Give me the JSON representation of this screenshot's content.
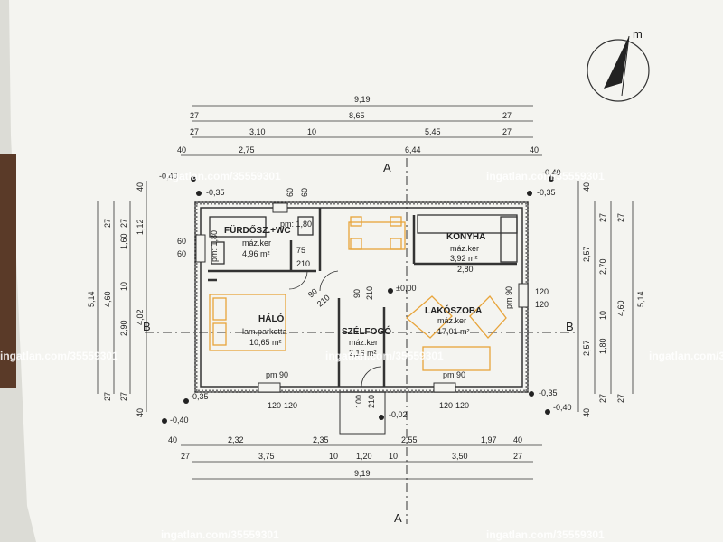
{
  "colors": {
    "paper": "#f4f4f0",
    "wall": "#4a4a4a",
    "furniture": "#e8a43a",
    "line": "#333333",
    "watermark": "#ffffff"
  },
  "watermark": "ingatlan.com/35559301",
  "north_label": "m",
  "sections": {
    "a": "A",
    "b": "B"
  },
  "rooms": {
    "bathroom": {
      "name": "FÜRDŐSZ.+WC",
      "floor": "máz.ker",
      "area": "4,96 m²"
    },
    "kitchen": {
      "name": "KONYHA",
      "floor": "máz.ker",
      "area": "3,92 m²"
    },
    "bedroom": {
      "name": "HÁLÓ",
      "floor": "lam.parketta",
      "area": "10,65 m²"
    },
    "hall": {
      "name": "SZÉLFOGÓ",
      "floor": "máz.ker",
      "area": "2,16 m²"
    },
    "living": {
      "name": "LAKÓSZOBA",
      "floor": "máz.ker",
      "area": "17,01 m²"
    }
  },
  "labels": {
    "bath_pm": "pm: 1,80",
    "bath_side_pm": "pm: 1,80",
    "door_75": "75",
    "door_210": "210",
    "hall_90": "90",
    "hall_210": "210",
    "diag_90": "90",
    "diag_210": "210",
    "kitchen_dim": "2,80",
    "living_pm": "pm 90",
    "living_pm_side": "pm 90",
    "bedroom_pm": "pm 90",
    "level_0": "±0,00",
    "level_002": "-0,02",
    "entry_100a": "100",
    "entry_210a": "210",
    "win_120": "120",
    "win_120b": "120",
    "win_60": "60",
    "win_60b": "60",
    "win_60c": "60",
    "win_60d": "60"
  },
  "top_dims": {
    "r1": [
      "9,19"
    ],
    "r2": [
      "27",
      "8,65",
      "27"
    ],
    "r3": [
      "27",
      "3,10",
      "10",
      "5,45",
      "27"
    ],
    "r4": [
      "40",
      "2,75",
      "6,44",
      "40"
    ]
  },
  "bottom_dims": {
    "r1": [
      "40",
      "2,32",
      "2,35",
      "2,55",
      "1,97",
      "40"
    ],
    "r2": [
      "27",
      "3,75",
      "10",
      "1,20",
      "10",
      "3,50",
      "27"
    ],
    "r3": [
      "9,19"
    ],
    "w1": [
      "120",
      "120",
      "120",
      "120",
      "120",
      "120"
    ]
  },
  "left_dims": [
    "5,14",
    "4,60",
    "4,02",
    "2,90",
    "1,60",
    "1,12",
    "40",
    "27",
    "27",
    "10",
    "27",
    "27",
    "40"
  ],
  "right_dims": [
    "5,14",
    "4,60",
    "2,57",
    "2,70",
    "1,80",
    "2,57",
    "10",
    "40",
    "27",
    "27",
    "27",
    "27",
    "40"
  ],
  "corner_levels": [
    "-0,40",
    "-0,35",
    "-0,40",
    "-0,35",
    "-0,40",
    "-0,35",
    "-0,40",
    "-0,35"
  ]
}
